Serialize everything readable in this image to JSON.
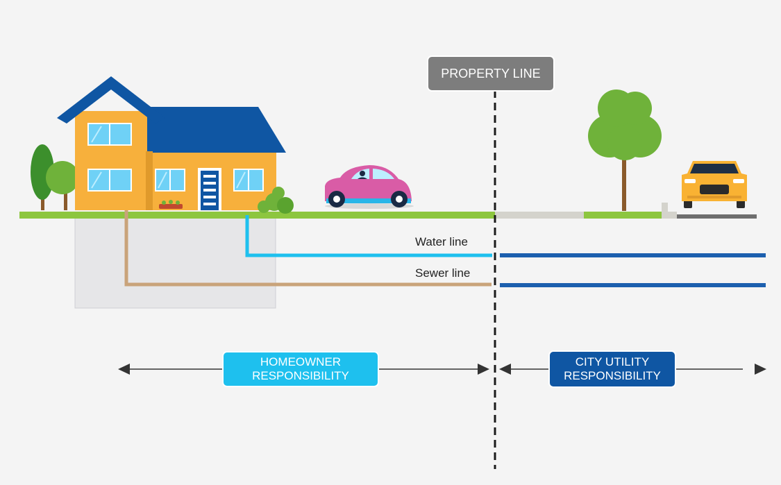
{
  "labels": {
    "property_line": "PROPERTY LINE",
    "water_line": "Water line",
    "sewer_line": "Sewer line",
    "homeowner_line1": "HOMEOWNER",
    "homeowner_line2": "RESPONSIBILITY",
    "city_line1": "CITY UTILITY",
    "city_line2": "RESPONSIBILITY"
  },
  "colors": {
    "background": "#f4f4f4",
    "grass": "#8dc63f",
    "water_pipe_private": "#1ec0ee",
    "sewer_pipe_private": "#c9a37a",
    "city_pipe": "#1c5fae",
    "homeowner_badge": "#1ec0ee",
    "city_badge": "#0f56a3",
    "property_badge": "#7d7d7d",
    "roof": "#0f56a3",
    "house_wall": "#f7b03c",
    "pink_car": "#d95ca6",
    "yellow_car": "#f9b233"
  },
  "icons": [
    "house-icon",
    "tree-icon",
    "pink-car-icon",
    "yellow-car-icon",
    "bush-icon",
    "arrow-left-icon",
    "arrow-right-icon"
  ]
}
